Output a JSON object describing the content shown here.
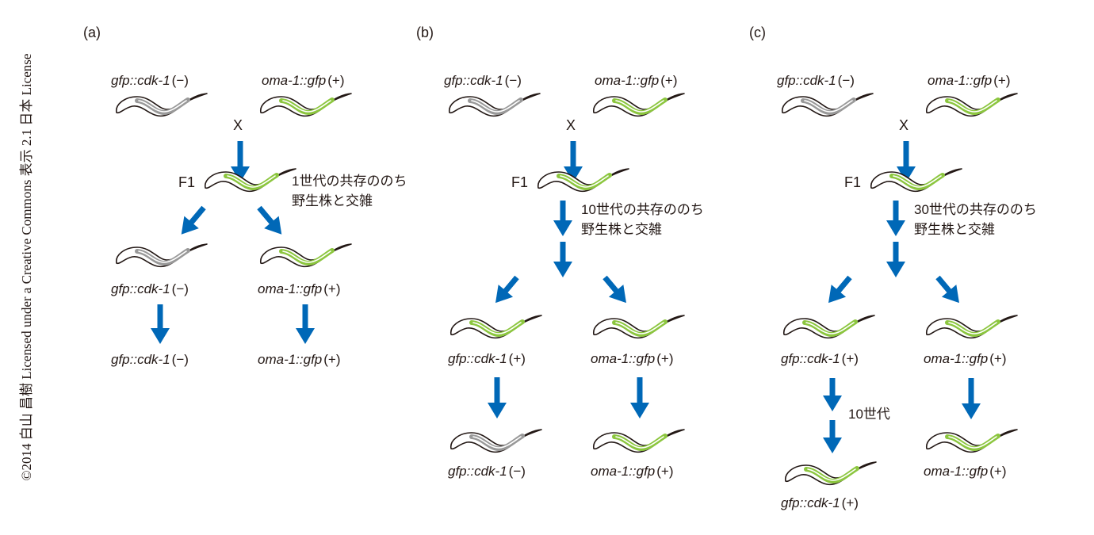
{
  "credit": "©2014 白山 昌樹 Licensed under a Creative Commons 表示 2.1 日本 License",
  "colors": {
    "arrow": "#0068b7",
    "gfp_positive": "#8cc63f",
    "gfp_negative": "#999999",
    "outline": "#231815"
  },
  "symbols": {
    "cross": "X",
    "f1": "F1"
  },
  "panels": [
    {
      "label": "(a)",
      "parents": [
        {
          "gene": "gfp::cdk-1",
          "sign": "(−)",
          "fluor": "negative"
        },
        {
          "gene": "oma-1::gfp",
          "sign": "(+)",
          "fluor": "positive"
        }
      ],
      "f1_fluor": "positive",
      "note": [
        "1世代の共存ののち",
        "野生株と交雑"
      ],
      "offspring": [
        {
          "gene": "gfp::cdk-1",
          "sign": "(−)",
          "fluor": "negative"
        },
        {
          "gene": "oma-1::gfp",
          "sign": "(+)",
          "fluor": "positive"
        }
      ],
      "final": [
        {
          "gene": "gfp::cdk-1",
          "sign": "(−)"
        },
        {
          "gene": "oma-1::gfp",
          "sign": "(+)"
        }
      ]
    },
    {
      "label": "(b)",
      "parents": [
        {
          "gene": "gfp::cdk-1",
          "sign": "(−)",
          "fluor": "negative"
        },
        {
          "gene": "oma-1::gfp",
          "sign": "(+)",
          "fluor": "positive"
        }
      ],
      "f1_fluor": "positive",
      "note": [
        "10世代の共存ののち",
        "野生株と交雑"
      ],
      "offspring": [
        {
          "gene": "gfp::cdk-1",
          "sign": "(+)",
          "fluor": "positive"
        },
        {
          "gene": "oma-1::gfp",
          "sign": "(+)",
          "fluor": "positive"
        }
      ],
      "final": [
        {
          "gene": "gfp::cdk-1",
          "sign": "(−)",
          "fluor": "negative"
        },
        {
          "gene": "oma-1::gfp",
          "sign": "(+)",
          "fluor": "positive"
        }
      ]
    },
    {
      "label": "(c)",
      "parents": [
        {
          "gene": "gfp::cdk-1",
          "sign": "(−)",
          "fluor": "negative"
        },
        {
          "gene": "oma-1::gfp",
          "sign": "(+)",
          "fluor": "positive"
        }
      ],
      "f1_fluor": "positive",
      "note": [
        "30世代の共存ののち",
        "野生株と交雑"
      ],
      "offspring": [
        {
          "gene": "gfp::cdk-1",
          "sign": "(+)",
          "fluor": "positive"
        },
        {
          "gene": "oma-1::gfp",
          "sign": "(+)",
          "fluor": "positive"
        }
      ],
      "extra_note": "10世代",
      "final": [
        {
          "gene": "gfp::cdk-1",
          "sign": "(+)",
          "fluor": "positive"
        },
        {
          "gene": "oma-1::gfp",
          "sign": "(+)",
          "fluor": "positive"
        }
      ]
    }
  ]
}
